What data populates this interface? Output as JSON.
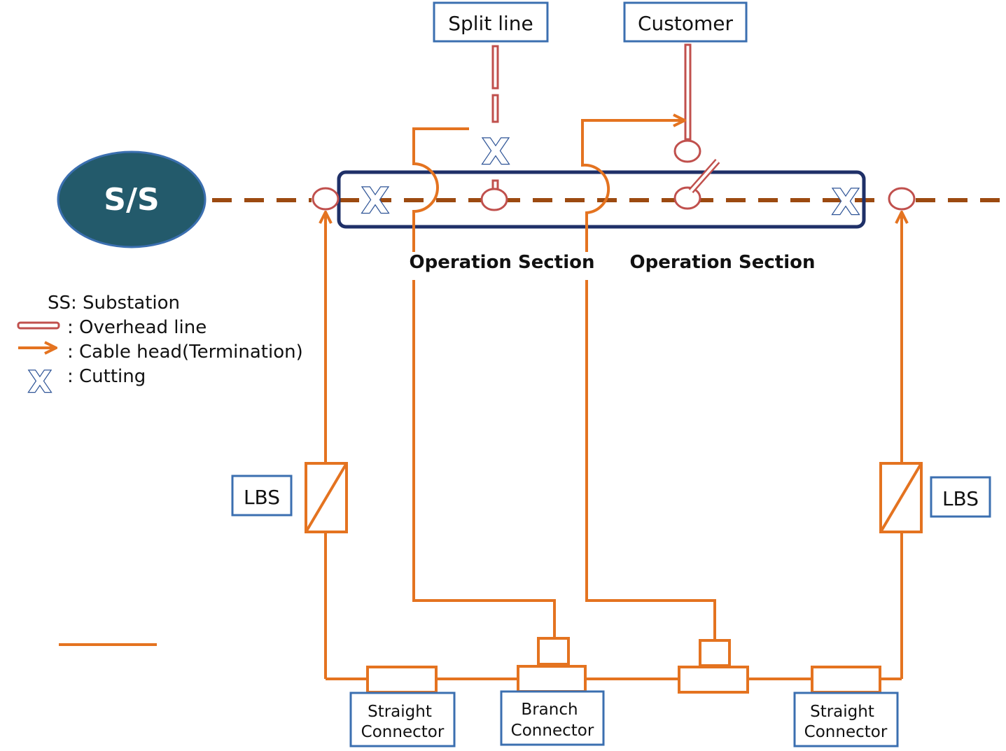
{
  "diagram": {
    "substation_label": "S/S",
    "labels": {
      "split_line": "Split line",
      "customer": "Customer",
      "lbs_left": "LBS",
      "lbs_right": "LBS",
      "operation_section_1": "Operation Section",
      "operation_section_2": "Operation Section",
      "straight_connector_left_1": "Straight",
      "straight_connector_left_2": "Connector",
      "branch_connector_1": "Branch",
      "branch_connector_2": "Connector",
      "straight_connector_right_1": "Straight",
      "straight_connector_right_2": "Connector"
    },
    "cut_mark": "X",
    "legend": {
      "substation": "SS: Substation",
      "overhead_line": ": Overhead line",
      "cable_head": ": Cable head(Termination)",
      "cutting": ": Cutting"
    },
    "colors": {
      "substation_fill": "#235a6b",
      "substation_stroke": "#3b6fb0",
      "overhead_dash": "#9c4a10",
      "cable": "#e47320",
      "overhead": "#c0504d",
      "box_border": "#3b6fb0",
      "section_border": "#1f3068",
      "cut_mark": "#2f5597"
    }
  }
}
